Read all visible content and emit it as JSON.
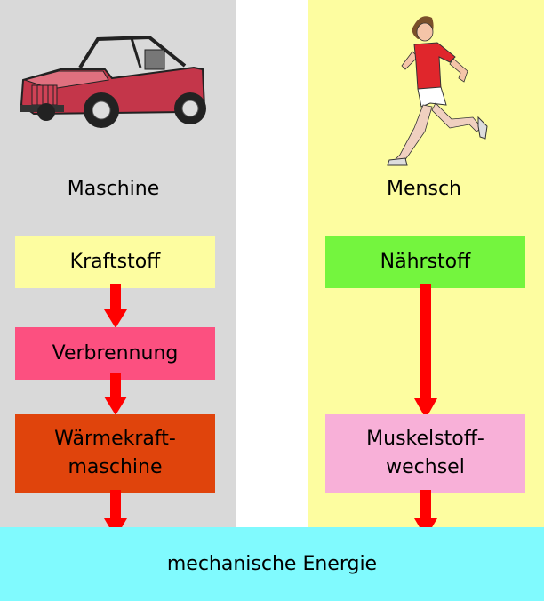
{
  "machine": {
    "title": "Maschine",
    "steps": [
      "Kraftstoff",
      "Verbrennung",
      "Wärmekraft-\nmaschine"
    ]
  },
  "human": {
    "title": "Mensch",
    "steps": [
      "Nährstoff",
      "Muskelstoff-\nwechsel"
    ]
  },
  "result": "mechanische Energie",
  "colors": {
    "left_bg": "#d9d9d9",
    "right_bg": "#fdfda0",
    "bottom_bg": "#80fafe",
    "kraftstoff": "#fdfda0",
    "verbrennung": "#fc5080",
    "waermekraft": "#e0440c",
    "naehrstoff": "#74f53e",
    "muskel": "#f8b0d8",
    "arrow": "#ff0000"
  },
  "icons": {
    "machine": "jeep-icon",
    "human": "runner-icon"
  }
}
